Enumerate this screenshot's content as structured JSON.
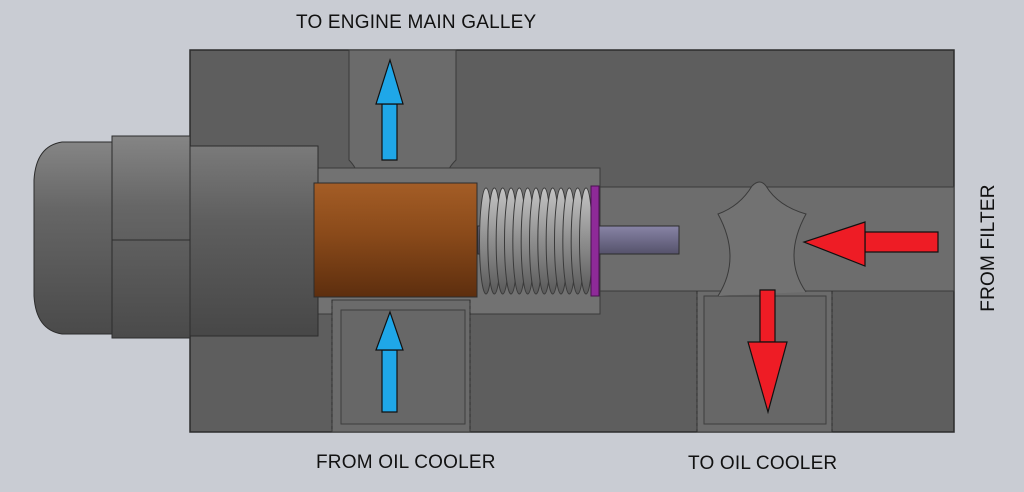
{
  "labels": {
    "top": "TO ENGINE MAIN GALLEY",
    "bottom_left": "FROM OIL COOLER",
    "bottom_right": "TO OIL COOLER",
    "right": "FROM FILTER"
  },
  "arrows": {
    "blue_color": "#1fa7e8",
    "red_color": "#ee1c25",
    "items": [
      {
        "name": "flow-to-engine-arrow",
        "color": "blue",
        "direction": "up"
      },
      {
        "name": "flow-from-cooler-arrow",
        "color": "blue",
        "direction": "up"
      },
      {
        "name": "flow-to-cooler-arrow",
        "color": "red",
        "direction": "down"
      },
      {
        "name": "flow-from-filter-arrow",
        "color": "red",
        "direction": "left"
      }
    ]
  },
  "colors": {
    "background": "#c9ccd3",
    "housing": "#5e5e5e",
    "channel": "#6b6b6b",
    "piston": "#8a4a1a",
    "spring": "#9a9a9a",
    "stem": "#6b6882",
    "washer": "#8e2a98"
  }
}
